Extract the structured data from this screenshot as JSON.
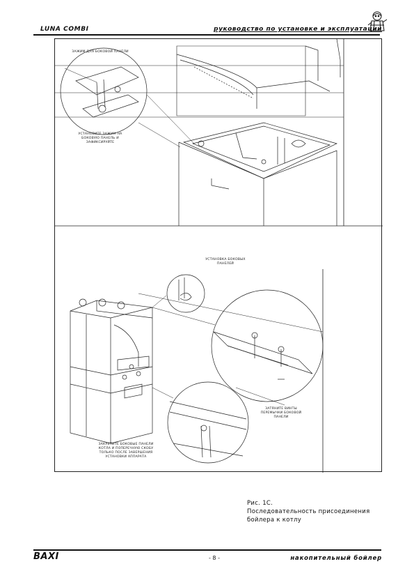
{
  "header": {
    "left": "LUNA COMBI",
    "right": "руководство по установке и эксплуатации"
  },
  "figure": {
    "top_labels": {
      "side_panel_clip": "ЗАЖИМ ДЛЯ БОКОВОЙ ПАНЕЛИ",
      "install_clips": [
        "УСТАНОВИТЕ ЗАЖИМ НА",
        "БОКОВУЮ ПАНЕЛЬ И",
        "ЗАФИКСИРУЙТЕ"
      ]
    },
    "bottom_labels": {
      "install_side_panels": [
        "УСТАНОВКА БОКОВЫХ",
        "ПАНЕЛЕЙ"
      ],
      "tighten_screws": [
        "ЗАТЯНИТЕ ВИНТЫ",
        "ПЕРЕМЫЧКИ БОКОВОЙ",
        "ПАНЕЛИ"
      ],
      "fix_side_panels": [
        "ЗАКРЕПИТЕ БОКОВЫЕ ПАНЕЛИ",
        "КОТЛА И ПОПЕРЕЧНУЮ СКОБУ",
        "ТОЛЬКО ПОСЛЕ ЗАВЕРШЕНИЯ",
        "УСТАНОВКИ АППАРАТА"
      ]
    }
  },
  "caption": {
    "line1": "Рис. 1С.",
    "line2": "Последовательность присоединения",
    "line3": "бойлера к котлу"
  },
  "footer": {
    "brand": "BAXI",
    "page": "- 8 -",
    "right": "накопительный бойлер"
  }
}
